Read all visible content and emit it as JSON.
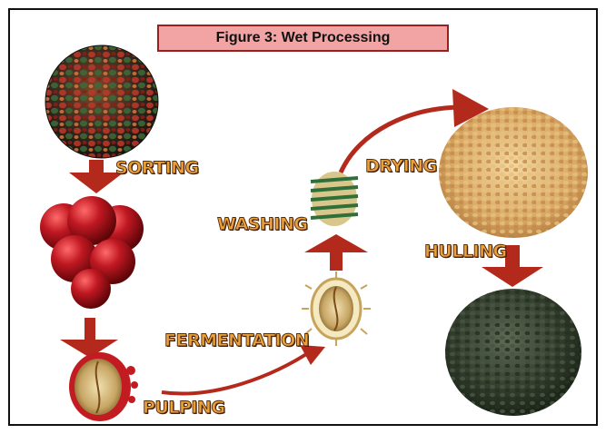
{
  "figure": {
    "title": "Figure 3: Wet Processing"
  },
  "steps": {
    "sorting": "SORTING",
    "pulping": "PULPING",
    "fermentation": "FERMENTATION",
    "washing": "WASHING",
    "drying": "DRYING",
    "hulling": "HULLING"
  },
  "colors": {
    "arrow": "#b32a1c",
    "cherry": "#b3121b",
    "label_fill": "#e8a23a",
    "border": "#111111"
  }
}
